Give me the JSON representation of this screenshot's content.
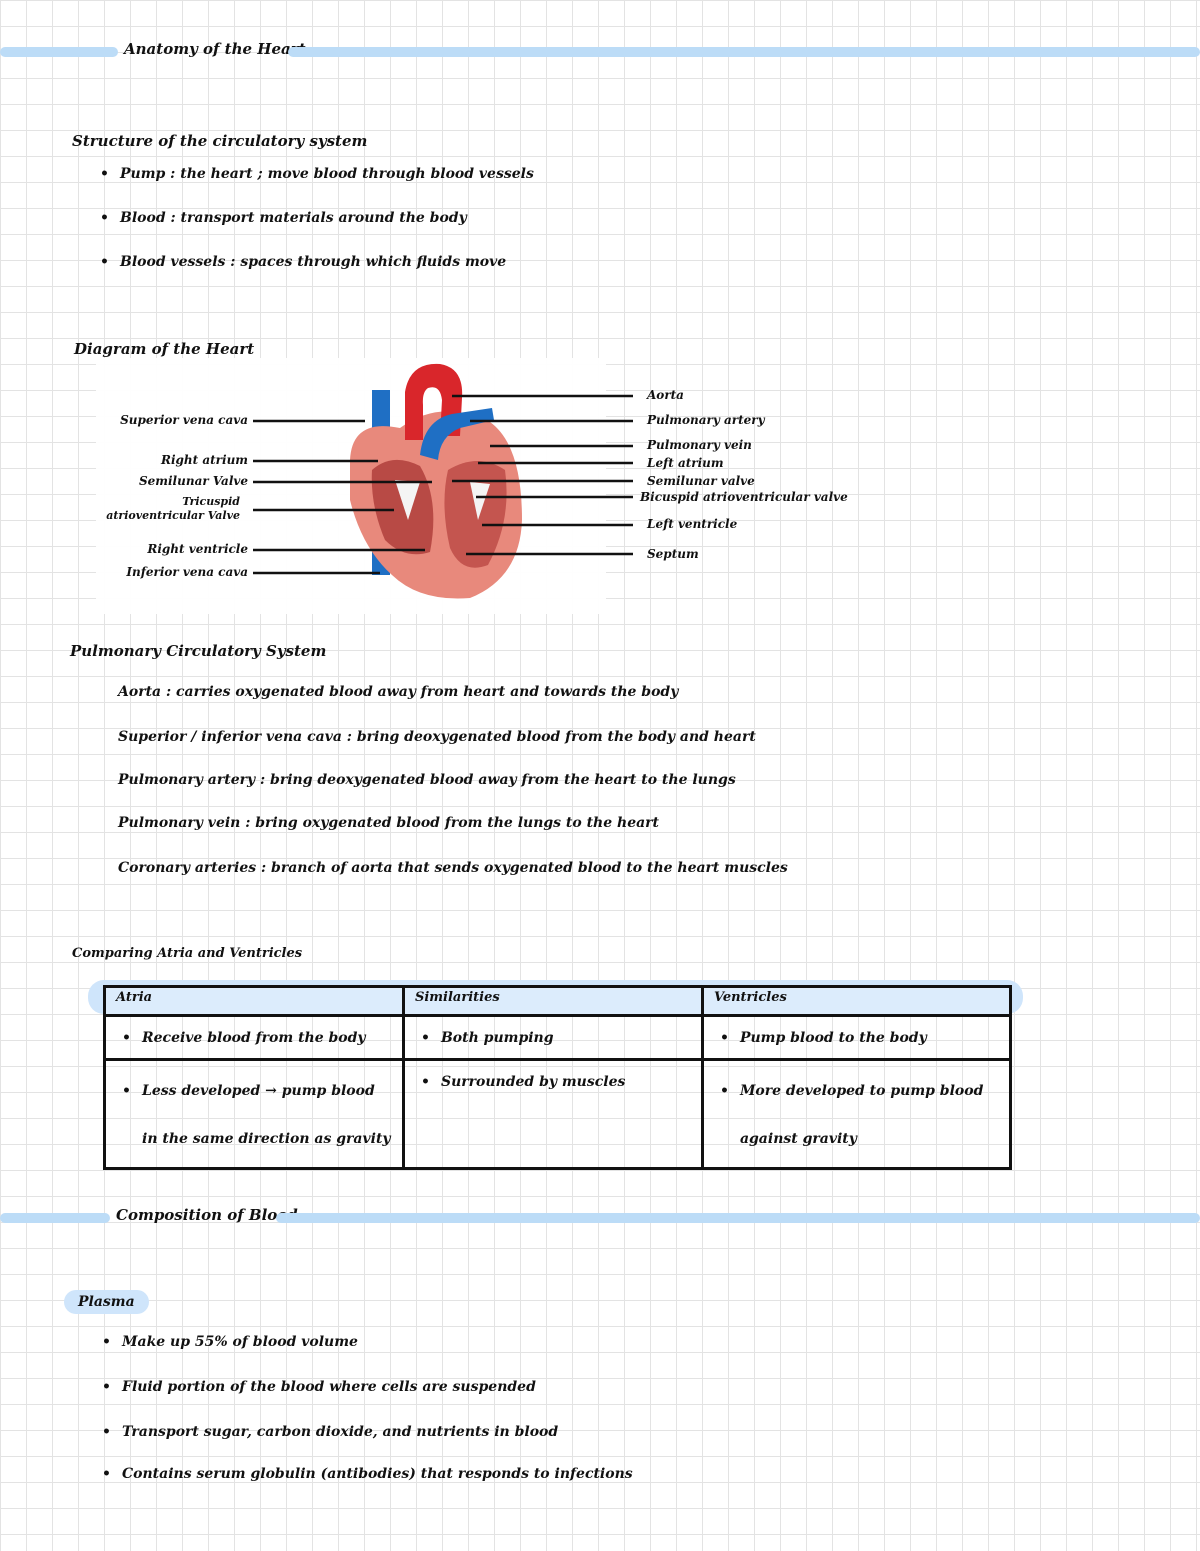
{
  "sections": {
    "heart_title": "Anatomy of the Heart",
    "blood_title": "Composition of Blood"
  },
  "circulatory": {
    "heading": "Structure of the circulatory system",
    "items": [
      "Pump : the heart ; move blood through blood vessels",
      "Blood : transport materials around the body",
      "Blood vessels : spaces through which fluids move"
    ]
  },
  "diagram": {
    "heading": "Diagram of the Heart",
    "left_labels": [
      "Superior vena cava",
      "Right atrium",
      "Semilunar Valve",
      "Tricuspid atrioventricular Valve",
      "Right ventricle",
      "Inferior vena cava"
    ],
    "right_labels": [
      "Aorta",
      "Pulmonary artery",
      "Pulmonary vein",
      "Left atrium",
      "Semilunar valve",
      "Bicuspid atrioventricular valve",
      "Left ventricle",
      "Septum"
    ],
    "colors": {
      "oxygenated": "#d9262b",
      "deoxygenated": "#1f6fc4",
      "muscle": "#e8897c",
      "fat": "#e6c25a"
    }
  },
  "pulmonary": {
    "heading": "Pulmonary Circulatory System",
    "items": [
      "Aorta : carries oxygenated blood away from heart and towards the body",
      "Superior / inferior vena cava : bring deoxygenated blood from the body and heart",
      "Pulmonary artery : bring deoxygenated blood away from the heart to the lungs",
      "Pulmonary vein : bring oxygenated blood from the lungs to the heart",
      "Coronary arteries : branch of aorta that sends oxygenated blood to the heart muscles"
    ]
  },
  "comparison": {
    "heading": "Comparing Atria and Ventricles",
    "headers": [
      "Atria",
      "Similarities",
      "Ventricles"
    ],
    "rows": [
      [
        "Receive blood from the body",
        "Both pumping",
        "Pump blood to the body"
      ],
      [
        "Less developed → pump blood in the same direction as gravity",
        "Surrounded by muscles",
        "More developed to pump blood against gravity"
      ]
    ]
  },
  "plasma": {
    "label": "Plasma",
    "items": [
      "Make up 55% of blood volume",
      "Fluid portion of the blood where cells are suspended",
      "Transport sugar, carbon dioxide, and nutrients in blood",
      "Contains serum globulin (antibodies) that responds to infections"
    ]
  }
}
